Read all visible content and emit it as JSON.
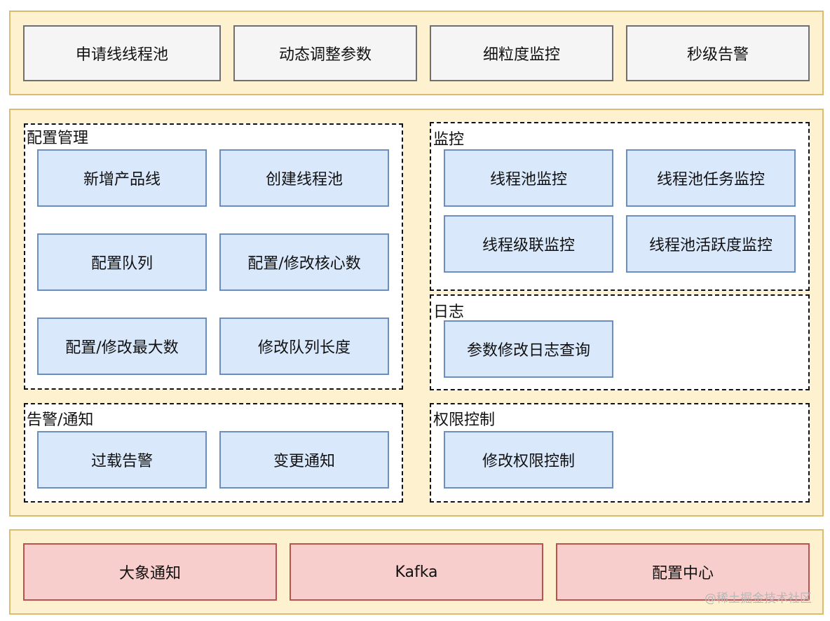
{
  "top_features": [
    "申请线线程池",
    "动态调整参数",
    "细粒度监控",
    "秒级告警"
  ],
  "config_group": {
    "title": "配置管理",
    "items": [
      "新增产品线",
      "创建线程池",
      "配置队列",
      "配置/修改核心数",
      "配置/修改最大数",
      "修改队列长度"
    ]
  },
  "alert_group": {
    "title": "告警/通知",
    "items": [
      "过载告警",
      "变更通知"
    ]
  },
  "monitor_group": {
    "title": "监控",
    "items": [
      "线程池监控",
      "线程池任务监控",
      "线程级联监控",
      "线程池活跃度监控"
    ]
  },
  "log_group": {
    "title": "日志",
    "items": [
      "参数修改日志查询"
    ]
  },
  "permission_group": {
    "title": "权限控制",
    "items": [
      "修改权限控制"
    ]
  },
  "infrastructure": [
    "大象通知",
    "Kafka",
    "配置中心"
  ],
  "watermark": "@稀土掘金技术社区",
  "colors": {
    "band_fill": "#fdf1cf",
    "band_border": "#d8bd6f",
    "gray_fill": "#f5f5f5",
    "blue_fill": "#dae8fc",
    "blue_border": "#6c8ebf",
    "red_fill": "#f8cecc",
    "red_border": "#b85450"
  }
}
